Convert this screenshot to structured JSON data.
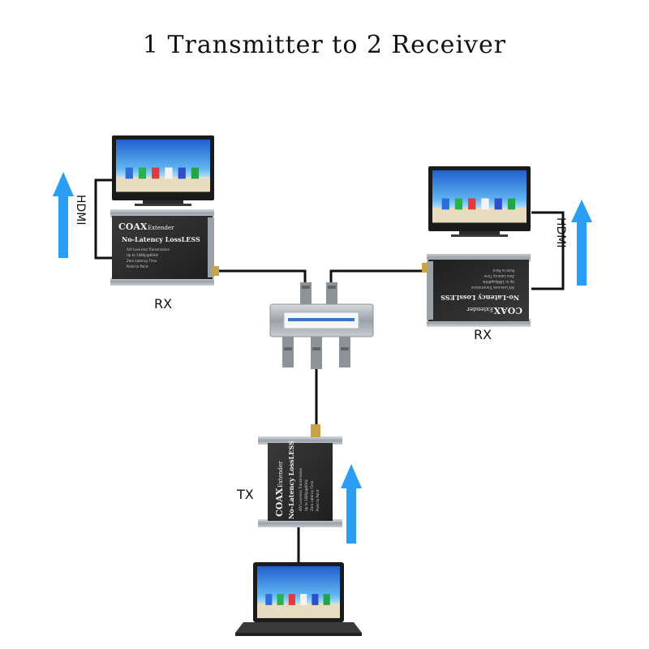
{
  "title": "1 Transmitter to 2 Receiver",
  "labels": {
    "rx_left": "RX",
    "rx_right": "RX",
    "tx": "TX",
    "hdmi_left": "HDMI",
    "hdmi_right": "HDMI"
  },
  "device": {
    "brand": "COAX",
    "brand_suffix": "Extender",
    "tagline": "No-Latency LossLESS",
    "features": [
      "A/V Loss-less Transmission",
      "Up to 1080p@60Hz",
      "Zero Latency Time",
      "Point to Point"
    ]
  },
  "colors": {
    "arrow": "#2a9df4",
    "device_body": "#2b2b2b",
    "bracket": "#a8aeb5",
    "cable": "#111111"
  },
  "icons": [
    "tv-icon",
    "laptop-icon",
    "up-arrow-icon",
    "splitter-icon"
  ]
}
